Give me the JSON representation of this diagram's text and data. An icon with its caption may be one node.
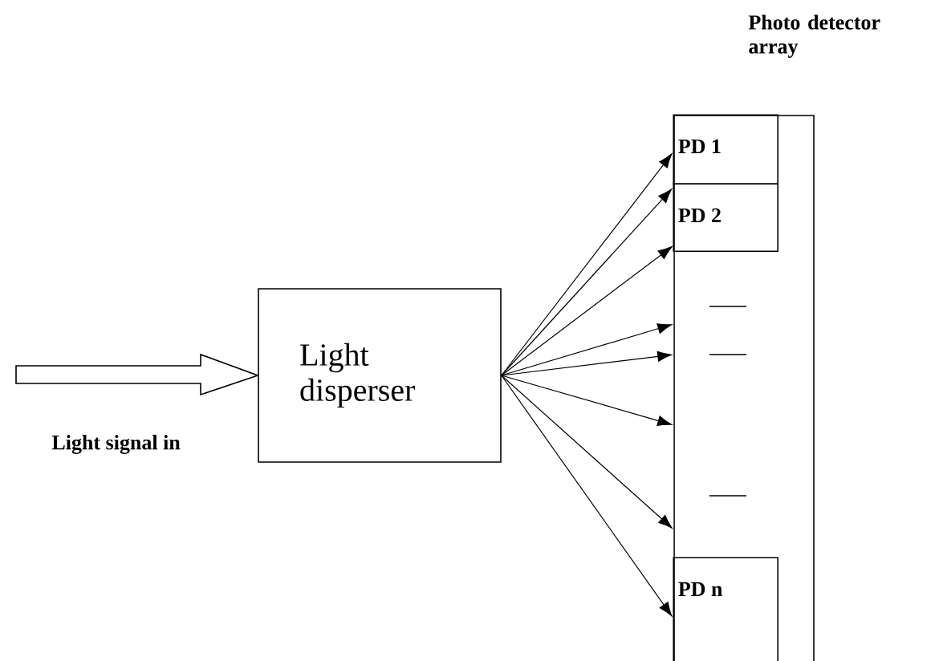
{
  "diagram": {
    "nodes": [
      {
        "text": [
          "Light disperser"
        ]
      },
      {
        "text": [
          "Photo detector array"
        ]
      },
      {
        "text": [
          "PD 1"
        ],
        "in": 1
      },
      {
        "text": [
          "PD 2"
        ],
        "in": 1
      },
      {
        "text": [
          "PD n"
        ],
        "in": 1
      }
    ],
    "edges": [
      {
        "from": null,
        "to": 0,
        "arrow": "to",
        "style": "thick"
      },
      {
        "from": 0,
        "to": 2,
        "arrow": "to"
      },
      {
        "from": 0,
        "to": 3,
        "arrow": "to"
      },
      {
        "from": 0,
        "to": 1,
        "arrow": "to"
      },
      {
        "from": 0,
        "to": 1,
        "arrow": "to"
      },
      {
        "from": 0,
        "to": 1,
        "arrow": "to"
      },
      {
        "from": 0,
        "to": 1,
        "arrow": "to"
      },
      {
        "from": 0,
        "to": 1,
        "arrow": "to"
      },
      {
        "from": 0,
        "to": 4,
        "arrow": "to"
      }
    ],
    "labels": [
      "Light signal in"
    ]
  }
}
